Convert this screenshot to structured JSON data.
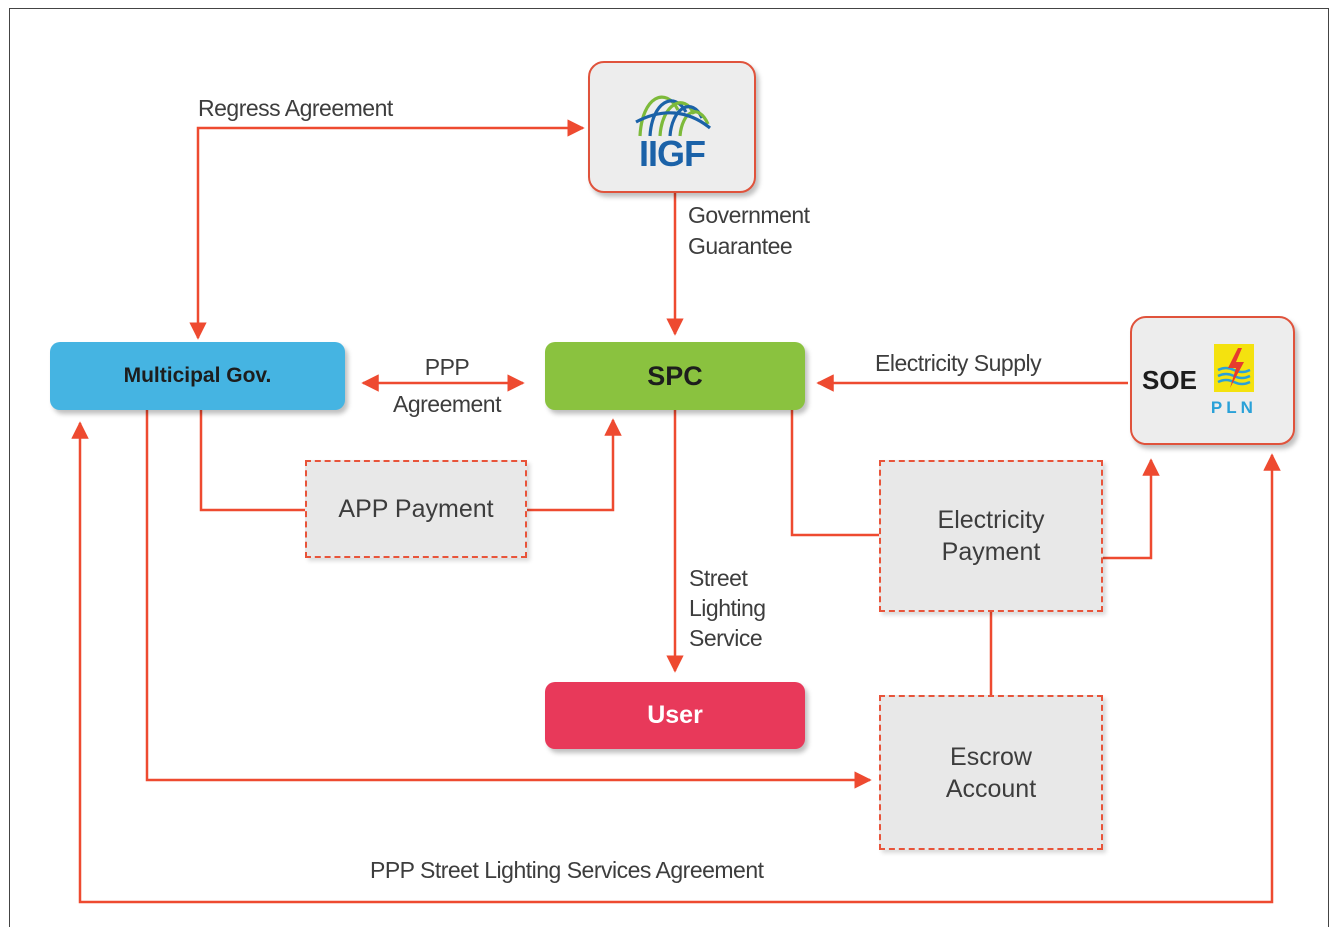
{
  "nodes": {
    "iigf": {
      "logo_text": "IIGF"
    },
    "multicipal": {
      "label": "Multicipal Gov."
    },
    "spc": {
      "label": "SPC"
    },
    "soe": {
      "label": "SOE",
      "logo_text": "PLN"
    },
    "user": {
      "label": "User"
    },
    "app_payment": {
      "label": "APP Payment"
    },
    "electricity_payment": {
      "line1": "Electricity",
      "line2": "Payment"
    },
    "escrow": {
      "line1": "Escrow",
      "line2": "Account"
    }
  },
  "edges": {
    "regress": "Regress Agreement",
    "guarantee": {
      "line1": "Government",
      "line2": "Guarantee"
    },
    "ppp_agreement": {
      "line1": "PPP",
      "line2": "Agreement"
    },
    "electricity_supply": "Electricity Supply",
    "street_lighting": {
      "line1": "Street",
      "line2": "Lighting",
      "line3": "Service"
    },
    "ppp_services": "PPP Street Lighting Services Agreement"
  },
  "colors": {
    "connector": "#ee4a30",
    "multicipal_fill": "#45b4e2",
    "spc_fill": "#8ac23f",
    "user_fill": "#e8395a",
    "logo_border": "#e0533c",
    "iigf_blue": "#1b62a8",
    "iigf_green": "#7dba3a",
    "pln_blue": "#2aa1d8",
    "pln_yellow": "#f4e20f"
  }
}
